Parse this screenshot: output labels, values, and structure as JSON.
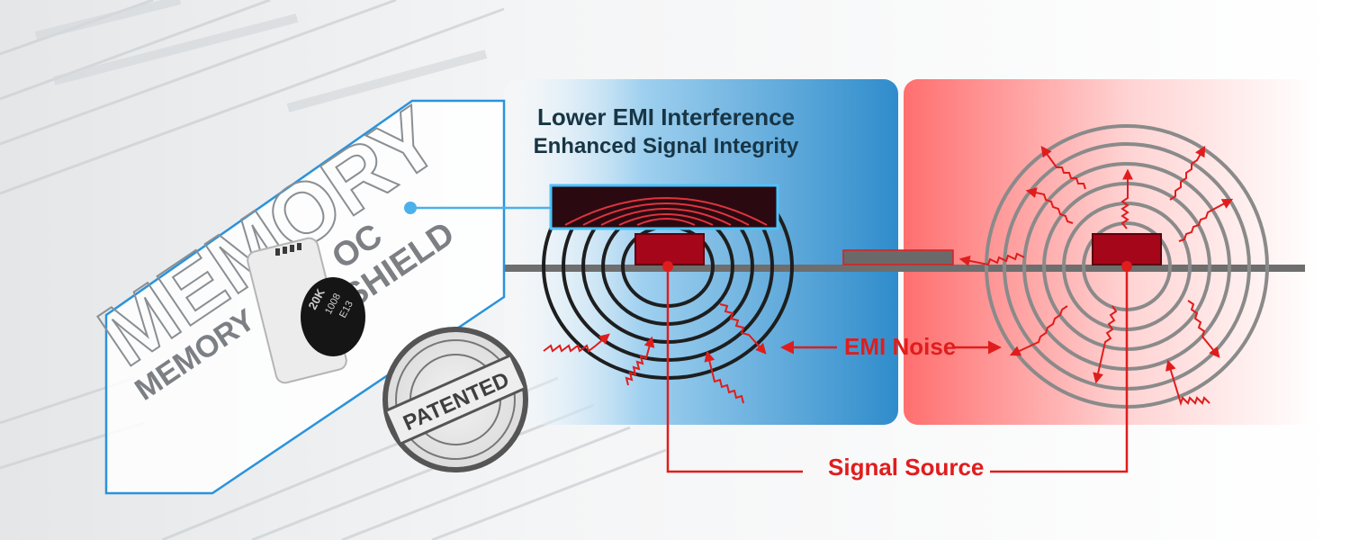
{
  "headline": {
    "line1": "Lower EMI Interference",
    "line2": "Enhanced Signal Integrity"
  },
  "labels": {
    "emi_noise": "EMI Noise",
    "signal_source": "Signal Source"
  },
  "shield_graphic": {
    "panel_text_large": "MEMORY",
    "panel_text_small": "MEMORY",
    "oc_line1": "OC",
    "oc_line2": "SHIELD",
    "component_text": [
      "20K",
      "1008",
      "E13"
    ],
    "stamp_text": "PATENTED"
  },
  "colors": {
    "accent_red": "#e01d1d",
    "signal_red": "#a5061a",
    "shield_blue": "#3c9bd6",
    "noise_panel_red": "#ff7a7a",
    "ring_dark": "#222222",
    "ring_gray": "#8a8a8a",
    "title_text": "#173545"
  },
  "icons": {
    "shielded_source": "signal-source-chip-icon",
    "unshielded_source": "signal-source-chip-icon",
    "noise_arrow": "zigzag-arrow-icon",
    "stamp": "patented-stamp-icon"
  }
}
